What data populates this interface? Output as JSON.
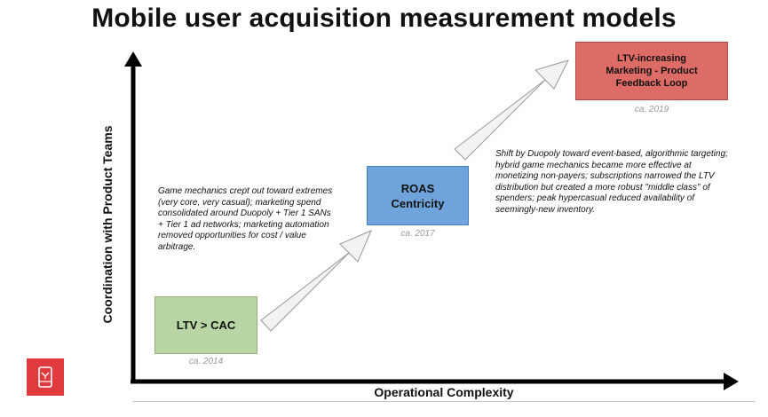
{
  "title": "Mobile user acquisition measurement models",
  "axes": {
    "y_label": "Coordination with Product Teams",
    "x_label": "Operational Complexity"
  },
  "stages": [
    {
      "label": "LTV > CAC",
      "era": "ca. 2014",
      "color": "#b7d6a3"
    },
    {
      "label": "ROAS Centricity",
      "era": "ca. 2017",
      "color": "#6fa3dc"
    },
    {
      "label": "LTV-increasing Marketing - Product Feedback Loop",
      "era": "ca. 2019",
      "color": "#dd6b66"
    }
  ],
  "notes": {
    "transition_1": "Game mechanics crept out toward extremes (very core, very casual); marketing spend consolidated around Duopoly + Tier 1 SANs + Tier 1 ad networks; marketing automation removed opportunities for cost / value arbitrage.",
    "transition_2": "Shift by Duopoly toward event-based, algorithmic targeting; hybrid game mechanics became more effective at monetizing non-payers; subscriptions narrowed the LTV distribution but created a more robust \"middle class\" of spenders; peak hypercasual reduced availability of seemingly-new inventory."
  },
  "logo_icon": "mobile-phone-icon",
  "logo_color": "#e0393e"
}
